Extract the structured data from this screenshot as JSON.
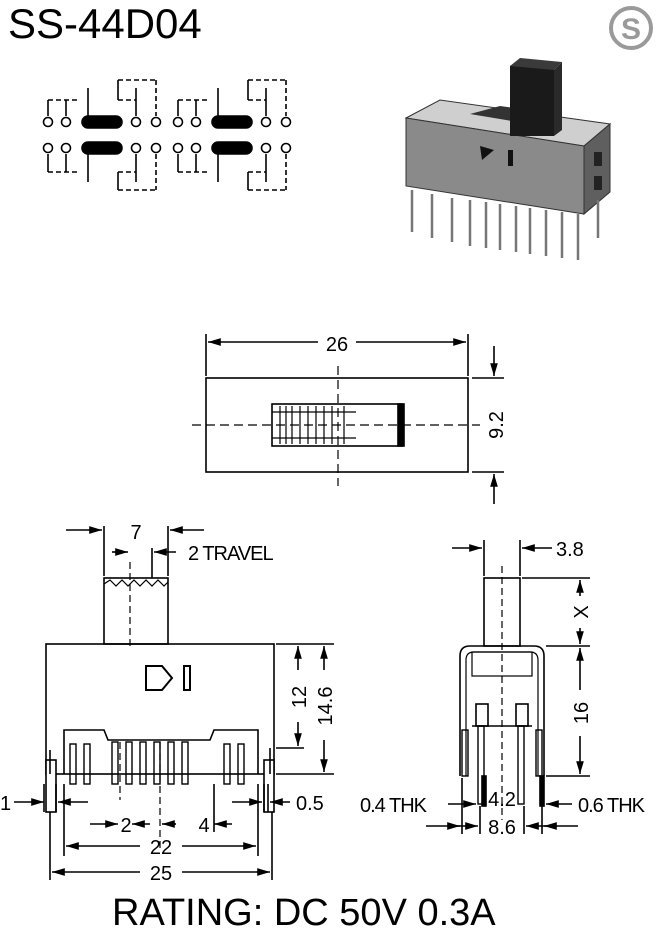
{
  "title": "SS-44D04",
  "logo_letter": "S",
  "rating": "RATING: DC 50V 0.3A",
  "top_view": {
    "width_label": "26",
    "height_label": "9.2"
  },
  "front_view": {
    "knob_width_label": "7",
    "travel_label": "2 TRAVEL",
    "height_label_a": "12",
    "height_label_b": "14.6",
    "pin_thk_left": "1",
    "pin_thk_right": "0.5",
    "pitch_label": "2",
    "span_label": "4",
    "width_22": "22",
    "width_25": "25"
  },
  "side_view": {
    "knob_label": "3.8",
    "x_label": "X",
    "height_label": "16",
    "thk_left": "0.4 THK",
    "thk_right": "0.6 THK",
    "pin_span": "4.2",
    "width_label": "8.6"
  },
  "colors": {
    "ink": "#000000",
    "logo_gray": "#9a9a9a",
    "body_gray": "#8a8a8a"
  }
}
